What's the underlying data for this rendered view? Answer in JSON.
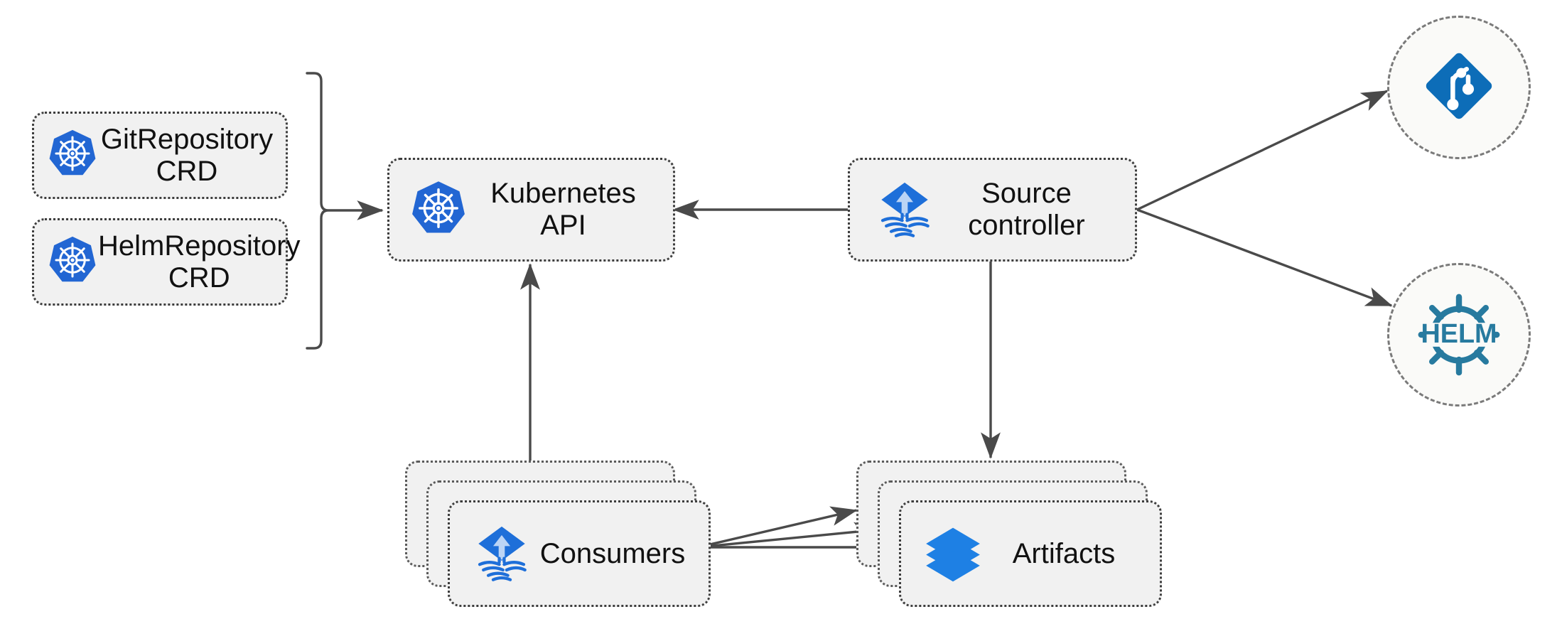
{
  "diagram": {
    "title": "Flux source-controller architecture",
    "background_color": "#ffffff",
    "node_fill": "#f1f1f1",
    "node_border_color": "#3d3d3d",
    "connector_color": "#4a4a4a",
    "kubernetes_blue": "#2266D3",
    "flux_blue": "#1E6FD9",
    "artifact_blue": "#1E80E4",
    "git_blue": "#0D6DB8",
    "helm_teal": "#277A9F"
  },
  "crds": [
    {
      "label": "GitRepository\nCRD",
      "icon": "kubernetes-icon"
    },
    {
      "label": "HelmRepository\nCRD",
      "icon": "kubernetes-icon"
    }
  ],
  "nodes": {
    "kubernetes_api": {
      "label": "Kubernetes API",
      "icon": "kubernetes-icon"
    },
    "source_controller": {
      "label": "Source\ncontroller",
      "icon": "flux-icon"
    },
    "consumers": {
      "label": "Consumers",
      "icon": "flux-icon",
      "stack_count": 3
    },
    "artifacts": {
      "label": "Artifacts",
      "icon": "layers-icon",
      "stack_count": 3
    }
  },
  "externals": [
    {
      "name": "git",
      "icon": "git-icon",
      "label": ""
    },
    {
      "name": "helm",
      "icon": "helm-icon",
      "label": "HELM"
    }
  ],
  "connectors": [
    {
      "name": "crds-to-kubernetes-api",
      "from": "crd-bracket",
      "to": "kubernetes_api",
      "style": "solid-arrow"
    },
    {
      "name": "source-controller-to-kubernetes-api",
      "from": "source_controller",
      "to": "kubernetes_api",
      "style": "solid-arrow"
    },
    {
      "name": "consumers-to-kubernetes-api",
      "from": "consumers",
      "to": "kubernetes_api",
      "style": "solid-arrow"
    },
    {
      "name": "source-controller-to-artifacts",
      "from": "source_controller",
      "to": "artifacts",
      "style": "solid-arrow"
    },
    {
      "name": "consumers-to-artifacts",
      "from": "consumers",
      "to": "artifacts",
      "style": "solid-arrow",
      "count": 3
    },
    {
      "name": "source-controller-to-git",
      "from": "source_controller",
      "to": "git",
      "style": "solid-arrow"
    },
    {
      "name": "source-controller-to-helm",
      "from": "source_controller",
      "to": "helm",
      "style": "solid-arrow"
    }
  ]
}
